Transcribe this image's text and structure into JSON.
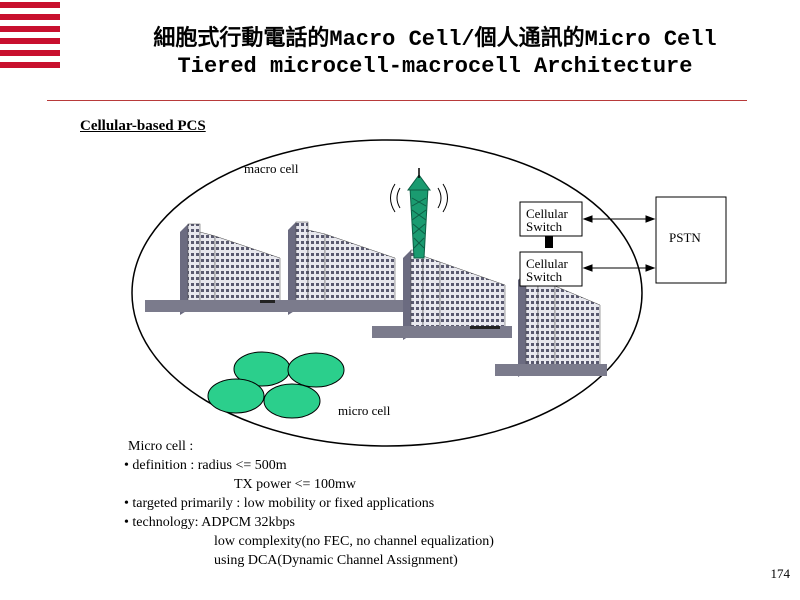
{
  "title_line1": "細胞式行動電話的Macro Cell/個人通訊的Micro Cell",
  "title_line2": "Tiered microcell-macrocell Architecture",
  "section_label": "Cellular-based PCS",
  "diagram": {
    "macro_cell_label": "macro cell",
    "micro_cell_label": "micro cell",
    "switch_top": [
      "Cellular",
      "Switch"
    ],
    "switch_bottom": [
      "Cellular",
      "Switch"
    ],
    "pstn_label": "PSTN",
    "colors": {
      "rule": "#b83a3a",
      "logo": "#c8102e",
      "micro_cell": "#2bcf8c",
      "tower": "#1a9b70"
    }
  },
  "notes": {
    "heading": "Micro cell :",
    "definition": "• definition : radius <= 500m",
    "tx_power": "TX power <= 100mw",
    "targeted": "• targeted primarily : low mobility or fixed applications",
    "technology": "• technology: ADPCM 32kbps",
    "complexity": "low complexity(no FEC, no channel equalization)",
    "dca": "using DCA(Dynamic Channel Assignment)"
  },
  "page_number": "174"
}
